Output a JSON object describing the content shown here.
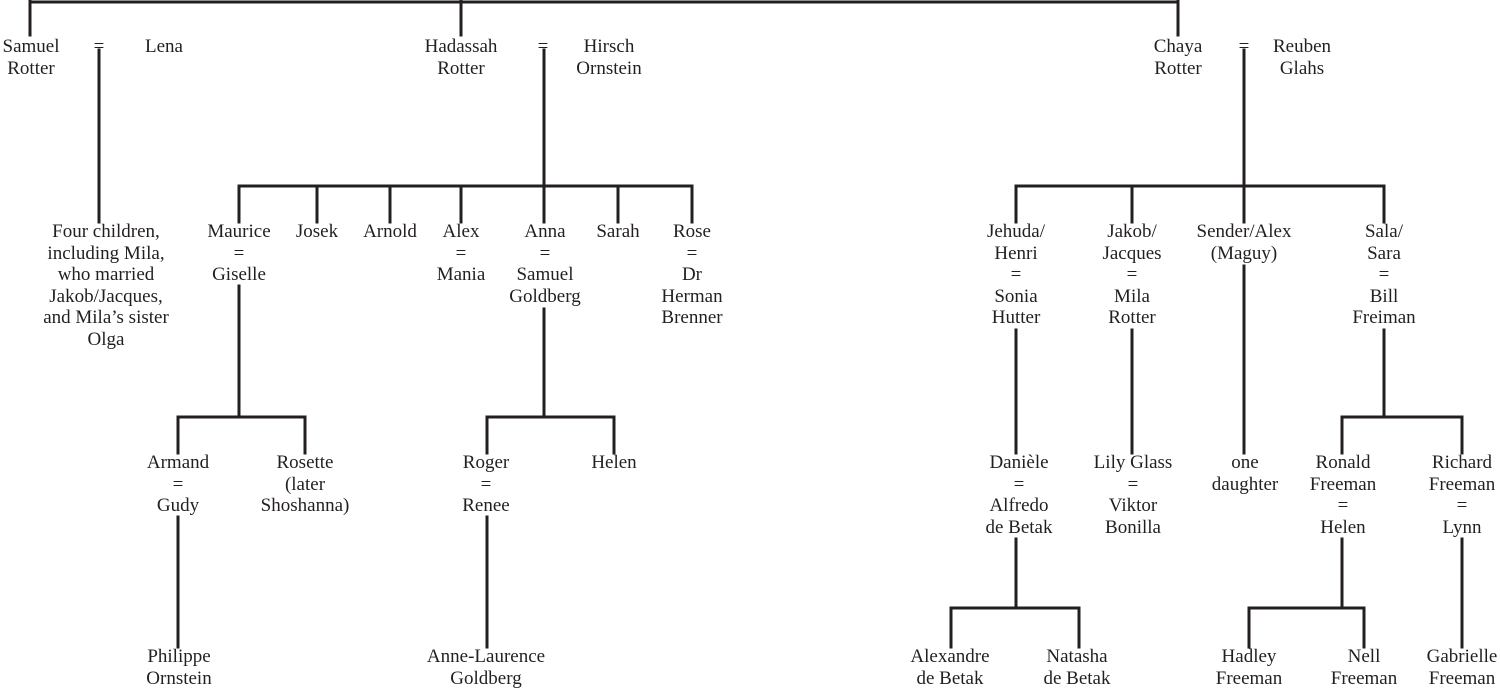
{
  "tree": {
    "line_color": "#231f20",
    "nodes": [
      {
        "id": "samuel",
        "lines": [
          "Samuel",
          "Rotter"
        ]
      },
      {
        "id": "lena",
        "lines": [
          "Lena"
        ]
      },
      {
        "id": "eq-samuel-lena",
        "lines": [
          "="
        ]
      },
      {
        "id": "hadassah",
        "lines": [
          "Hadassah",
          "Rotter"
        ]
      },
      {
        "id": "eq-hadassah-hirsch",
        "lines": [
          "="
        ]
      },
      {
        "id": "hirsch",
        "lines": [
          "Hirsch",
          "Ornstein"
        ]
      },
      {
        "id": "chaya",
        "lines": [
          "Chaya",
          "Rotter"
        ]
      },
      {
        "id": "eq-chaya-reuben",
        "lines": [
          "="
        ]
      },
      {
        "id": "reuben",
        "lines": [
          "Reuben",
          "Glahs"
        ]
      },
      {
        "id": "four-children",
        "lines": [
          "Four children,",
          "including Mila,",
          "who married",
          "Jakob/Jacques,",
          "and Mila’s sister",
          "Olga"
        ]
      },
      {
        "id": "maurice",
        "lines": [
          "Maurice",
          "=",
          "Giselle"
        ]
      },
      {
        "id": "josek",
        "lines": [
          "Josek"
        ]
      },
      {
        "id": "arnold",
        "lines": [
          "Arnold"
        ]
      },
      {
        "id": "alex",
        "lines": [
          "Alex",
          "=",
          "Mania"
        ]
      },
      {
        "id": "anna",
        "lines": [
          "Anna",
          "=",
          "Samuel",
          "Goldberg"
        ]
      },
      {
        "id": "sarah",
        "lines": [
          "Sarah"
        ]
      },
      {
        "id": "rose",
        "lines": [
          "Rose",
          "=",
          "Dr",
          "Herman",
          "Brenner"
        ]
      },
      {
        "id": "jehuda",
        "lines": [
          "Jehuda/",
          "Henri",
          "=",
          "Sonia",
          "Hutter"
        ]
      },
      {
        "id": "jakob",
        "lines": [
          "Jakob/",
          "Jacques",
          "=",
          "Mila",
          "Rotter"
        ]
      },
      {
        "id": "sender",
        "lines": [
          "Sender/Alex",
          "(Maguy)"
        ]
      },
      {
        "id": "sala",
        "lines": [
          "Sala/",
          "Sara",
          "=",
          "Bill",
          "Freiman"
        ]
      },
      {
        "id": "armand",
        "lines": [
          "Armand",
          "=",
          "Gudy"
        ]
      },
      {
        "id": "rosette",
        "lines": [
          "Rosette",
          "(later",
          "Shoshanna)"
        ]
      },
      {
        "id": "roger",
        "lines": [
          "Roger",
          "=",
          "Renee"
        ]
      },
      {
        "id": "helen-g",
        "lines": [
          "Helen"
        ]
      },
      {
        "id": "daniele",
        "lines": [
          "Danièle",
          "=",
          "Alfredo",
          "de Betak"
        ]
      },
      {
        "id": "lily",
        "lines": [
          "Lily Glass",
          "=",
          "Viktor",
          "Bonilla"
        ]
      },
      {
        "id": "one-daughter",
        "lines": [
          "one",
          "daughter"
        ]
      },
      {
        "id": "ronald",
        "lines": [
          "Ronald",
          "Freeman",
          "=",
          "Helen"
        ]
      },
      {
        "id": "richard",
        "lines": [
          "Richard",
          "Freeman",
          "=",
          "Lynn"
        ]
      },
      {
        "id": "philippe",
        "lines": [
          "Philippe",
          "Ornstein"
        ]
      },
      {
        "id": "anne-laurence",
        "lines": [
          "Anne-Laurence",
          "Goldberg"
        ]
      },
      {
        "id": "alexandre",
        "lines": [
          "Alexandre",
          "de Betak"
        ]
      },
      {
        "id": "natasha",
        "lines": [
          "Natasha",
          "de Betak"
        ]
      },
      {
        "id": "hadley",
        "lines": [
          "Hadley",
          "Freeman"
        ]
      },
      {
        "id": "nell",
        "lines": [
          "Nell",
          "Freeman"
        ]
      },
      {
        "id": "gabrielle",
        "lines": [
          "Gabrielle",
          "Freeman"
        ]
      }
    ]
  }
}
